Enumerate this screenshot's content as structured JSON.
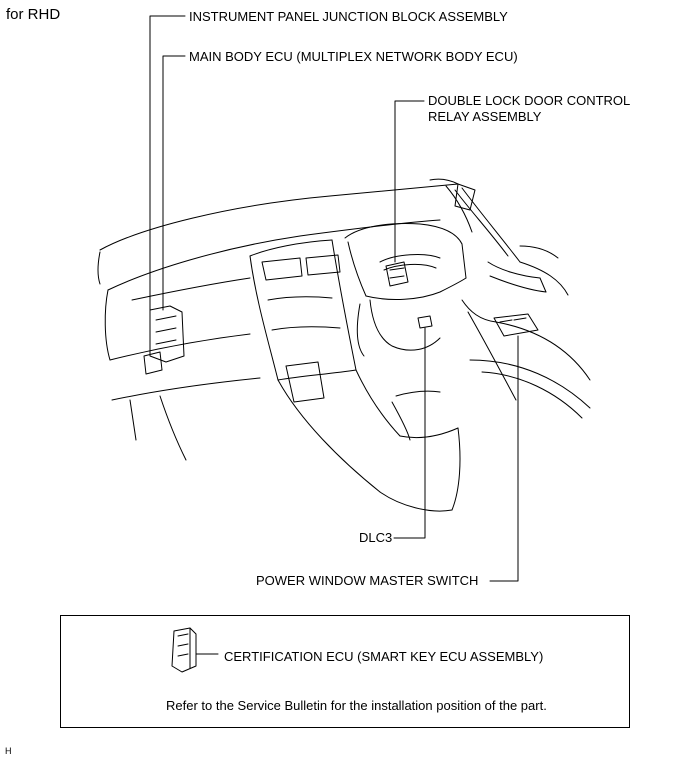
{
  "title": "for RHD",
  "labels": {
    "instrument_panel_jb": "INSTRUMENT PANEL JUNCTION BLOCK ASSEMBLY",
    "main_body_ecu": "MAIN BODY ECU (MULTIPLEX NETWORK BODY ECU)",
    "double_lock_line1": "DOUBLE LOCK DOOR CONTROL",
    "double_lock_line2": "RELAY ASSEMBLY",
    "dlc3": "DLC3",
    "power_window": "POWER WINDOW MASTER SWITCH"
  },
  "legend": {
    "certification_ecu": "CERTIFICATION ECU (SMART KEY ECU ASSEMBLY)",
    "note": "Refer to the Service Bulletin for the installation position of the part."
  },
  "footer": "H"
}
